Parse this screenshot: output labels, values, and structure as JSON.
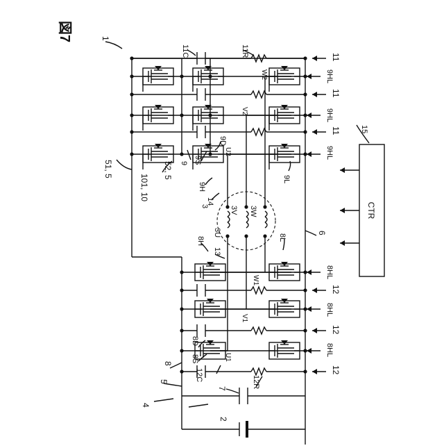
{
  "figure": {
    "title": "図7"
  },
  "labels": {
    "l_1": "1",
    "l_11C": "11C",
    "l_11R": "11R",
    "l_W2": "W2",
    "l_V2": "V2",
    "l_U2": "U2",
    "l_9D": "9D",
    "l_9S": "9S",
    "l_9H": "9H",
    "l_9L": "9L",
    "l_9": "9",
    "l_14": "14",
    "l_3": "3",
    "l_3U": "3U",
    "l_3V": "3V",
    "l_3W": "3W",
    "l_51_5": "51, 5",
    "l_52_5": "52, 5",
    "l_101_10": "101, 10",
    "l_15": "15",
    "l_CTR": "CTR",
    "l_6": "6",
    "l_8H": "8H",
    "l_8L": "8L",
    "l_13": "13",
    "l_W1": "W1",
    "l_V1": "V1",
    "l_U1": "U1",
    "l_8D": "8D",
    "l_8S": "8S",
    "l_8": "8",
    "l_12C": "12C",
    "l_12R": "12R",
    "l_7": "7",
    "l_5": "5",
    "l_4": "4",
    "l_2": "2",
    "l_11a": "11",
    "l_11b": "11",
    "l_11c": "11",
    "l_9HLa": "9HL",
    "l_9HLb": "9HL",
    "l_9HLc": "9HL",
    "l_8HLa": "8HL",
    "l_8HLb": "8HL",
    "l_8HLc": "8HL",
    "l_12a": "12",
    "l_12b": "12",
    "l_12c": "12"
  },
  "controller": {
    "label": "CTR"
  }
}
